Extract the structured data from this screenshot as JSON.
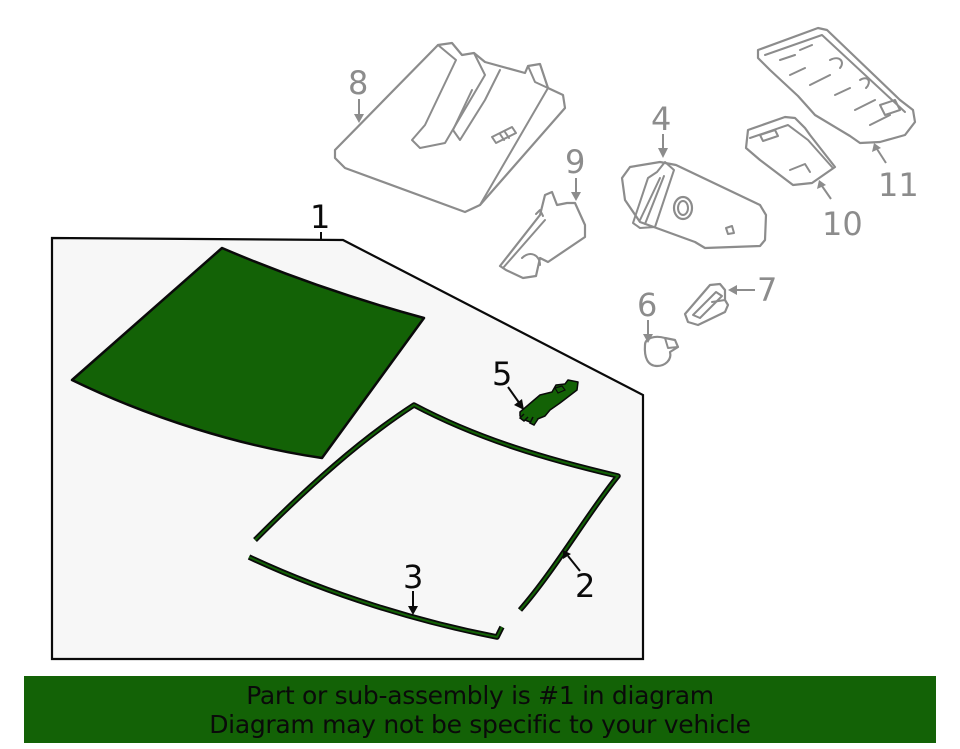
{
  "diagram": {
    "title": "Windshield assembly exploded parts diagram",
    "colors": {
      "highlight_green": "#136206",
      "panel_background": "#f7f7f7",
      "outline_dark": "#0a0a0a",
      "outline_gray": "#8c8c8c"
    },
    "callouts": [
      {
        "number": "1",
        "part": "windshield-assembly",
        "highlighted": true
      },
      {
        "number": "2",
        "part": "side-molding",
        "highlighted": true
      },
      {
        "number": "3",
        "part": "lower-molding",
        "highlighted": true
      },
      {
        "number": "4",
        "part": "rearview-mirror",
        "highlighted": false
      },
      {
        "number": "5",
        "part": "mirror-bracket",
        "highlighted": true
      },
      {
        "number": "6",
        "part": "sensor",
        "highlighted": false
      },
      {
        "number": "7",
        "part": "clip",
        "highlighted": false
      },
      {
        "number": "8",
        "part": "cover",
        "highlighted": false
      },
      {
        "number": "9",
        "part": "bracket",
        "highlighted": false
      },
      {
        "number": "10",
        "part": "camera-module",
        "highlighted": false
      },
      {
        "number": "11",
        "part": "camera-bracket",
        "highlighted": false
      }
    ]
  },
  "banner": {
    "line1": "Part or sub-assembly is #1 in diagram",
    "line2": "Diagram may not be specific to your vehicle"
  }
}
